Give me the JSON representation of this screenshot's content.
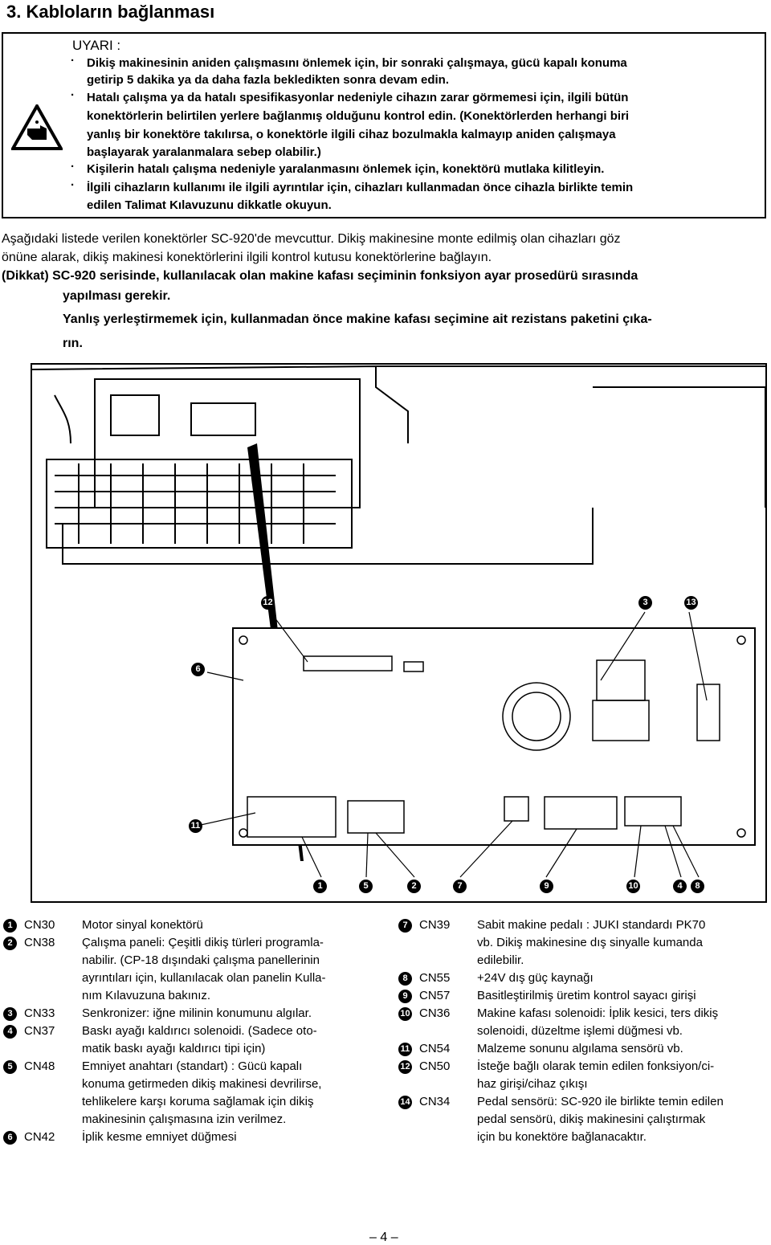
{
  "section_title": "3. Kabloların bağlanması",
  "warning": {
    "label": "UYARI :",
    "lines": [
      "Dikiş makinesinin aniden çalışmasını önlemek için, bir sonraki çalışmaya, gücü kapalı konuma",
      "getirip 5 dakika ya da daha fazla bekledikten sonra devam edin.",
      "Hatalı çalışma ya da hatalı spesifikasyonlar nedeniyle cihazın zarar görmemesi için, ilgili bütün",
      "konektörlerin belirtilen yerlere bağlanmış olduğunu kontrol edin. (Konektörlerden herhangi biri",
      "yanlış bir konektöre takılırsa, o konektörle ilgili cihaz bozulmakla kalmayıp aniden çalışmaya",
      "başlayarak yaralanmalara sebep olabilir.)",
      "Kişilerin hatalı çalışma nedeniyle yaralanmasını önlemek için, konektörü mutlaka kilitleyin.",
      "İlgili cihazların kullanımı ile ilgili ayrıntılar için, cihazları kullanmadan önce cihazla birlikte temin",
      "edilen Talimat Kılavuzunu dikkatle okuyun."
    ]
  },
  "intro": {
    "line1": "Aşağıdaki listede verilen konektörler SC-920'de mevcuttur. Dikiş makinesine monte edilmiş olan cihazları göz",
    "line2": "önüne alarak, dikiş makinesi konektörlerini ilgili kontrol kutusu konektörlerine bağlayın.",
    "note1": "(Dikkat) SC-920 serisinde, kullanılacak olan makine kafası seçiminin fonksiyon ayar prosedürü sırasında",
    "note2": "yapılması gerekir.",
    "note3": "Yanlış yerleştirmemek için, kullanmadan önce makine kafası seçimine ait rezistans paketini çıka-",
    "note4": "rın."
  },
  "figure_callouts": [
    "12",
    "3",
    "13",
    "6",
    "11",
    "1",
    "5",
    "2",
    "7",
    "9",
    "10",
    "4",
    "8"
  ],
  "connectors_left": [
    {
      "num": "1",
      "code": "CN30",
      "desc": [
        "Motor sinyal konektörü"
      ]
    },
    {
      "num": "2",
      "code": "CN38",
      "desc": [
        "Çalışma paneli: Çeşitli dikiş türleri programla-",
        "nabilir. (CP-18 dışındaki çalışma panellerinin",
        "ayrıntıları için, kullanılacak olan panelin Kulla-",
        "nım Kılavuzuna bakınız."
      ]
    },
    {
      "num": "3",
      "code": "CN33",
      "desc": [
        "Senkronizer: iğne milinin konumunu algılar."
      ]
    },
    {
      "num": "4",
      "code": "CN37",
      "desc": [
        "Baskı ayağı kaldırıcı solenoidi. (Sadece oto-",
        "matik baskı ayağı kaldırıcı tipi için)"
      ]
    },
    {
      "num": "5",
      "code": "CN48",
      "desc": [
        "Emniyet anahtarı (standart) : Gücü kapalı",
        "konuma getirmeden dikiş makinesi devrilirse,",
        "tehlikelere karşı koruma sağlamak için dikiş",
        "makinesinin çalışmasına izin verilmez."
      ]
    },
    {
      "num": "6",
      "code": "CN42",
      "desc": [
        "İplik kesme emniyet düğmesi"
      ]
    }
  ],
  "connectors_right": [
    {
      "num": "7",
      "code": "CN39",
      "desc": [
        "Sabit makine pedalı : JUKI standardı PK70",
        "vb. Dikiş makinesine dış sinyalle kumanda",
        "edilebilir."
      ]
    },
    {
      "num": "8",
      "code": "CN55",
      "desc": [
        "+24V dış güç kaynağı"
      ]
    },
    {
      "num": "9",
      "code": "CN57",
      "desc": [
        "Basitleştirilmiş üretim kontrol sayacı girişi"
      ]
    },
    {
      "num": "10",
      "code": "CN36",
      "desc": [
        "Makine kafası solenoidi: İplik kesici, ters dikiş",
        "solenoidi, düzeltme işlemi düğmesi vb."
      ]
    },
    {
      "num": "11",
      "code": "CN54",
      "desc": [
        "Malzeme sonunu algılama sensörü vb."
      ]
    },
    {
      "num": "12",
      "code": "CN50",
      "desc": [
        "İsteğe bağlı olarak temin edilen fonksiyon/ci-",
        "haz girişi/cihaz çıkışı"
      ]
    },
    {
      "num": "14",
      "code": "CN34",
      "desc": [
        "Pedal sensörü: SC-920 ile birlikte temin edilen",
        "pedal sensörü, dikiş makinesini çalıştırmak",
        "için bu konektöre bağlanacaktır."
      ]
    }
  ],
  "page_number": "– 4 –"
}
